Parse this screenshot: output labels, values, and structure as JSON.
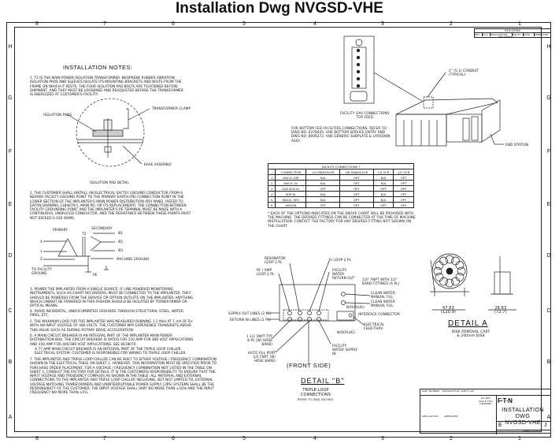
{
  "title": "Installation Dwg NVGSD-VHE",
  "zones": {
    "columns": [
      "8",
      "7",
      "6",
      "5",
      "4",
      "3",
      "2",
      "1"
    ],
    "rows": [
      "H",
      "G",
      "F",
      "E",
      "D",
      "C",
      "B",
      "A"
    ]
  },
  "revisions": {
    "header": "REVISIONS",
    "cols": [
      "REV",
      "ECO",
      "DESCRIPTION",
      "DRAFT",
      "DATE",
      "APPROVED"
    ],
    "note": "SEE SHEET 1"
  },
  "notes": {
    "heading": "INSTALLATION NOTES:",
    "n1": "1. T2 IS THE MAIN POWER ISOLATION TRANSFORMER. NEOPRENE RUBBER VIBRATION ISOLATION PADS AND SLEEVES ISOLATE ITS MOUNTING BRACKETS AND BOLTS FROM THE FRAME ON WHICH IT RESTS. THE FOUR ISOLATION PAD BOLTS ARE TIGHTENED BEFORE SHIPMENT, AND THEY MUST BE LOOSENED AND READJUSTED BEFORE THE TRANSFORMER IS ENERGIZED AT CUSTOMER'S FACILITY.",
    "n2": "2. THE CUSTOMER SHALL INSTALL AN ELECTRICAL SAFTEY GROUND CONDUCTOR FROM A NEARBY FACILITY GROUND POINT TO THE PRIMARY EARTH (PE) CONNECTION POINT IN THE LOWER SECTION OF THE IMPLANTER'S MAIN POWER DISTRIBUTION (PD) PANEL (REFER TO EATON DRAWING 1184670/1, MAIN PD, OR ITS REPLACEMENT). THE CONNECTION BETWEEN FACILITY GROUNDING POINT AND THE IMPLANTER'S PE TERMINAL MUST BE MADE WITH A CONTINUOUS, UNSPLICED CONDUCTOR, AND THE RESISTANCE BETWEEN THESE POINTS MUST NOT EXCEED 0.100 OHMS.",
    "n3": "3. POWER THE IMPLANTER FROM A SINGLE SOURCE. IF LINE POWERED MONITORING INSTRUMENTS, SUCH AS CHART RECORDERS, MUST BE CONNECTED TO THE IMPLANTER, THEY SHOULD BE POWERED FROM THE SERVICE OR OPTION OUTLETS ON THE IMPLANTER. ANYTHING WHICH CANNOT BE POWERED IN THIS FASHION SHOULD BE ISOLATED BY TRANSFORMER OR OPTICAL MEANS.",
    "n4": "4. AVOID INCIDENTAL, UNDOCUMENTED GROUNDS THROUGH STRUCTURAL STEEL, WATER PIPES, ETC.",
    "n5": "5. THE MAXIMUM LOAD FOR THE IMPLANTER WAS MEASURED RUNNING 1.5 MeV AT 1 mA OF B+ WITH AN INPUT VOLTAGE OF 480 VOLTS. THE CUSTOMER MAY EXPERIENCE TRANSIENTS ABOVE THIS VALUE SUCH AS DURING ROTARY DRIVE ACCELERATION.",
    "n6": "6. A MAIN CIRCUIT BREAKER IS AN INTEGRAL PART OF THE IMPLANTER MAIN POWER DISTRIBUTION BOX. THE CIRCUIT BREAKER IS RATED FOR 150 AMP FOR 480 VOLT APPLICATIONS AND 150 AMP FOR 400/380 VOLT APPLICATIONS. SEE 8418070.",
    "n6b": "A 77 AMP MAIN CIRCUIT BREAKER IS AN INTEGRAL PART OF THE TRIPLE LOOP CHILLER ELECTRICAL SYSTEM. CUSTOMER IS RESPONSIBLE FOR WIRING TO TRIPLE LOOP CHILLER.",
    "n7": "7. THE IMPLANTER AND TRIPLE LOOP CHILLER CAN BE BUILT TO EITHER VOLTAGE / FREQUENCY COMBINATION SHOWN IN THE ELECTRICAL TABLE ON SHEET 1. HOWEVER, THIS INFORMATION MUST BE SPECIFIED PRIOR TO PURCHASE ORDER PLACEMENT. FOR A VOLTAGE / FREQUENCY COMBINATION NOT LISTED IN THE TABLE ON SHEET 1, CONSULT THE FACTORY FOR DETAILS. IT IS THE CUSTOMERS RESPONSIBILITY TO ENSURE THAT THE INPUT VOLTAGE AND FREQUENCY COMPLIES AS SHOWN IN THE TABLE. ALL MATERIAL AND EXTERNAL CONNECTIONS TO THE IMPLANTER AND TRIPLE LOOP CHILLER INCLUDING, BUT NOT LIMITED TO, EXTERNAL VOLTAGE MATCHING TRANSFORMERS AND UNINTERRUPTABLE POWER SUPPLY (UPS) SYSTEMS SHALL BE THE RESPONSIBILTY OF THE CUSTOMER. THE INPUT VOLTAGE SHALL VARY NO MORE THAN ±10% AND THE INPUT FREQUENCY NO MORE THAN ±5%."
  },
  "isolation_detail": {
    "clamp": "TRANSFORMER CLAMP",
    "pads": "ISOLATION PADS",
    "base": "BASE ASSEMBLY",
    "caption": "ISOLATION PAD DETAIL"
  },
  "transformer": {
    "primary": "PRIMARY",
    "secondary": "SECONDARY",
    "t2": "T2",
    "x": "X",
    "y": "Y",
    "z": "Z",
    "o1": "Ø1",
    "o2": "Ø2",
    "o3": "Ø3",
    "machine_ground": "MACHINE GROUND",
    "facility_ground": "TO FACILITY GROUND",
    "pe": "PE"
  },
  "gas_panel": {
    "caption1": "FACILITY GAS CONNECTIONS",
    "caption2": "TOP FEED",
    "conduit": "2\" (5.1) CONDUIT (TYPICAL)",
    "end_station": "END STATION",
    "bottom_note": "FOR BOTTOM FED FACILITIES CONNECTIONS, REFER TO DWG NO. 0378645, VHE BOTTOM SERVICE ENTRY AND DWG NO. 8906272, VHE GENERIC SUBPLATE & LAYDOWN ASSY."
  },
  "facility_table": {
    "title": "FACILITY CONNECTIONS *",
    "headers": [
      "",
      "CONNECTION",
      "1/4 SWAGELOK",
      "3/8 SWAGELOK",
      "1/4 VCR",
      "1/2 VCR"
    ],
    "rows": [
      [
        "1",
        "MACH. AIR",
        "N/A",
        "OPT",
        "N/A",
        "OPT"
      ],
      [
        "2",
        "MACH. N₂",
        "N/A",
        "OPT",
        "N/A",
        "OPT"
      ],
      [
        "3",
        "GAS BOX N₂",
        "OPT",
        "OPT",
        "OPT",
        "OPT"
      ],
      [
        "4",
        "SHP N₂",
        "N/A",
        "OPT",
        "N/A",
        "OPT"
      ],
      [
        "5",
        "MACH. SF6",
        "N/A",
        "OPT",
        "N/A",
        "OPT"
      ],
      [
        "6",
        "ARGON",
        "OPT",
        "OPT",
        "OPT",
        "OPT"
      ]
    ],
    "footnote": "* EACH OF THE OPTIONS INDICATED ON THE ABOVE CHART WILL BE PROVIDED WITH THE MACHINE. THE DESIRED FITTINGS CAN BE CONNECTED AT THE TIME OF MACHINE INSTALLATION. CONTACT THE FACTORY FOR ANY DESIRED FITTING NOT SHOWN ON THE CHART."
  },
  "detail_b": {
    "resonator": "RESONATOR LOOP 2 PL",
    "rf": "RF / AMP LOOP 2 PL",
    "ei": "EI LOOP 2 PL",
    "fw_return": "FACILITY WATER RETURN OUT",
    "fnpt": "1/2\" FNPT WITH 1/2\" BARB FITTINGS (4 PL)",
    "clean1": "CLEAN WATER MANUAL FILL",
    "clean2": "CLEAN WATER MANUAL FILL",
    "nplug1": "N/O(PLUG)",
    "interface": "INTERFACE CONNECTOR",
    "supply": "SUPPLY OUT LINES (2 PL)",
    "ret": "RETURN IN LINES (2 PL)",
    "electrical": "ELECTRICAL FEED-THRU",
    "nplug2": "N/O(PLUG)",
    "fnpt14": "1 1/2 FNPT TYP 8 PL (W/ HOSE BARB)",
    "autofill": "AUTO FILL PORT 1/2 FNPT (W/ HOSE BARB)",
    "fw_supply": "FACILITY WATER SUPPLY IN",
    "front": "(FRONT SIDE)",
    "title": "DETAIL \"B\"",
    "sub1": "TRIPLE-LOOP",
    "sub2": "CONNECTIONS",
    "sub3": "REFER TO DWG 0407601"
  },
  "detail_a": {
    "dim1": "47.63",
    "dim1b": "(120.9)",
    "dim2": "28.63",
    "dim2b": "(72.7)",
    "title": "DETAIL A",
    "sub1": "DISK REMOVAL CART",
    "sub2": "& 200mm DISK"
  },
  "title_block": {
    "title1": "INSTALLATION DWG",
    "title2": "NVGSD-VHE",
    "size": "E",
    "rev": "J",
    "dnsc": "DO NOT SCALE THIS DRAWING",
    "sheet": "SHEET 2 OF 2",
    "logo": "F·T·N",
    "application": "APPLICATION",
    "approved": "APPROVED",
    "part_number": "PART NUMBER",
    "description": "DESCRIPTION",
    "parts_list": "PARTS LIST"
  }
}
